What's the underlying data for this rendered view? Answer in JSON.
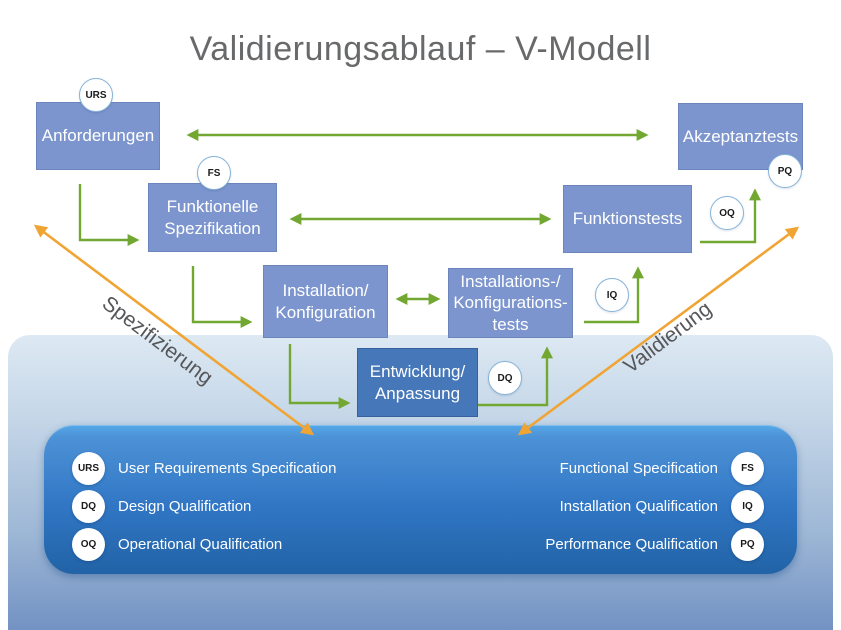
{
  "title": "Validierungsablauf – V-Modell",
  "boxes": [
    {
      "label": "Anforderungen",
      "badge": "URS"
    },
    {
      "label": "Funktionelle Spezifikation",
      "badge": "FS"
    },
    {
      "label": "Installation/ Konfiguration"
    },
    {
      "label": "Entwicklung/ Anpassung",
      "badge": "DQ"
    },
    {
      "label": "Installations-/ Konfigurations- tests",
      "badge": "IQ"
    },
    {
      "label": "Funktionstests",
      "badge": "OQ"
    },
    {
      "label": "Akzeptanztests",
      "badge": "PQ"
    }
  ],
  "flow_labels": {
    "specification": "Spezifizierung",
    "validation": "Validierung"
  },
  "legend": {
    "left": [
      {
        "badge": "URS",
        "label": "User Requirements Specification"
      },
      {
        "badge": "DQ",
        "label": "Design Qualification"
      },
      {
        "badge": "OQ",
        "label": "Operational Qualification"
      }
    ],
    "right": [
      {
        "badge": "FS",
        "label": "Functional Specification"
      },
      {
        "badge": "IQ",
        "label": "Installation Qualification"
      },
      {
        "badge": "PQ",
        "label": "Performance Qualification"
      }
    ]
  },
  "colors": {
    "arrow_green": "#72a832",
    "arrow_orange": "#f0a434",
    "box_blue": "#7c95ce",
    "box_dark_blue": "#4577b9",
    "legend_top": "#4d92d6",
    "legend_bottom": "#2263a6"
  }
}
